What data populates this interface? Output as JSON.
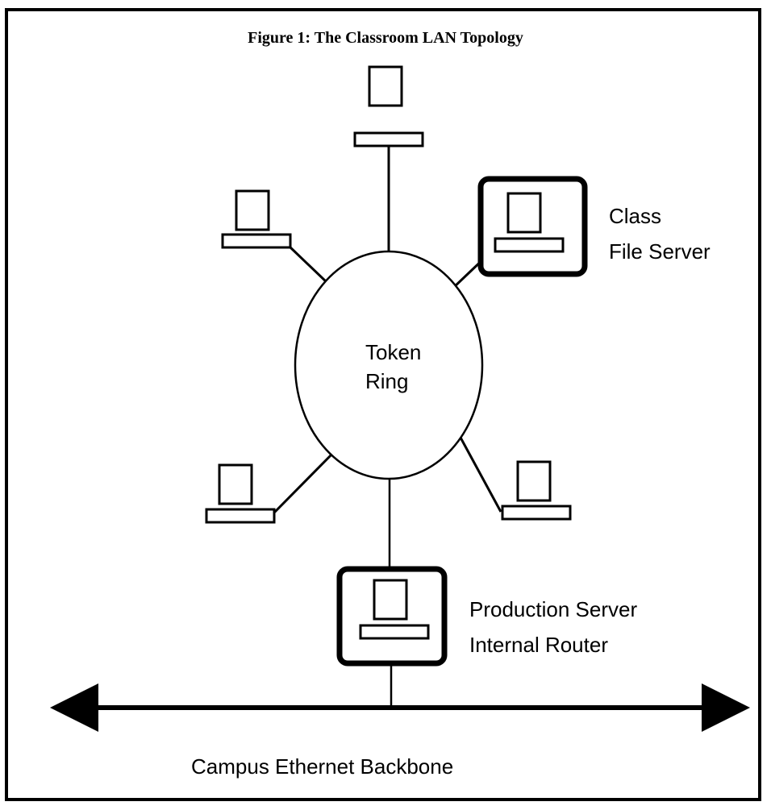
{
  "figure": {
    "title": "Figure 1:  The Classroom LAN Topology"
  },
  "ring": {
    "label_line1": "Token",
    "label_line2": "Ring"
  },
  "class_file_server": {
    "label_line1": "Class",
    "label_line2": "File Server"
  },
  "production_server": {
    "label_line1": "Production Server",
    "label_line2": "Internal Router"
  },
  "backbone": {
    "label": "Campus Ethernet Backbone"
  }
}
